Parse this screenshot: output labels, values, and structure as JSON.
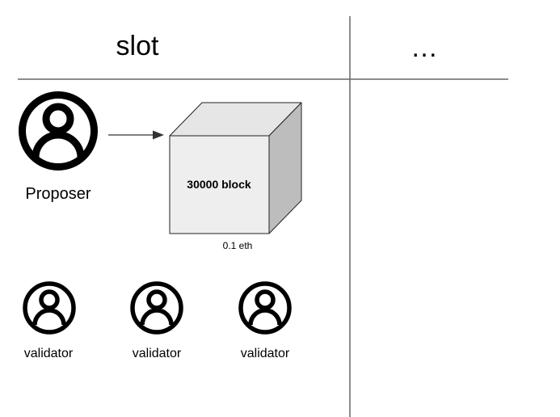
{
  "columns": {
    "current_title": "slot",
    "next_title": "…"
  },
  "proposer": {
    "label": "Proposer",
    "icon": "user-circle-icon"
  },
  "block": {
    "label": "30000 block",
    "price": "0.1 eth",
    "icon": "cube-icon"
  },
  "validators": [
    {
      "label": "validator",
      "icon": "user-circle-icon"
    },
    {
      "label": "validator",
      "icon": "user-circle-icon"
    },
    {
      "label": "validator",
      "icon": "user-circle-icon"
    }
  ],
  "colors": {
    "line": "#666666",
    "cube_front": "#eeeeee",
    "cube_side": "#bdbdbd",
    "icon_stroke": "#000000"
  }
}
